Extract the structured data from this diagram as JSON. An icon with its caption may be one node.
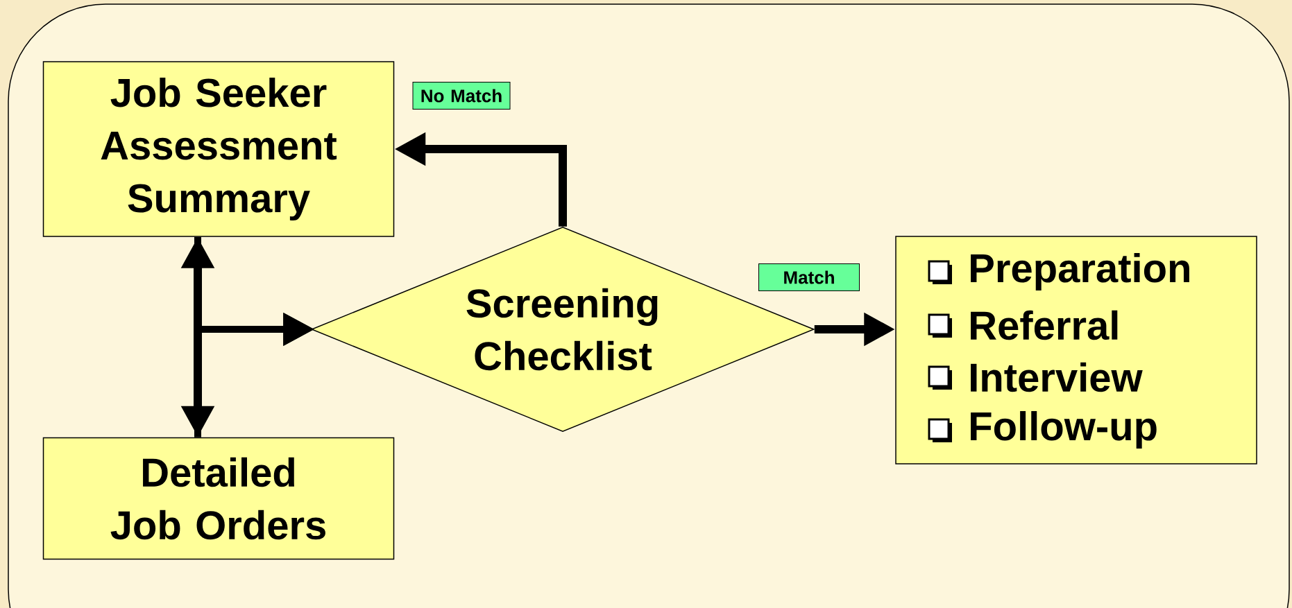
{
  "diagram": {
    "nodes": [
      {
        "text": [
          "Job Seeker Assessment Summary"
        ]
      },
      {
        "text": [
          "Screening Checklist"
        ]
      },
      {
        "text": [
          "Preparation",
          "Referral",
          "Interview",
          "Follow-up"
        ]
      },
      {
        "text": [
          "Detailed Job Orders"
        ]
      }
    ],
    "edges": [
      {
        "from": 1,
        "to": 0,
        "arrow": "to",
        "label": "No Match"
      },
      {
        "from": 1,
        "to": 2,
        "arrow": "to",
        "label": "Match"
      },
      {
        "from": 0,
        "to": 3,
        "arrow": "both"
      },
      {
        "from": 0,
        "to": 1,
        "arrow": "to"
      },
      {
        "from": 3,
        "to": 1,
        "arrow": "to"
      }
    ]
  }
}
